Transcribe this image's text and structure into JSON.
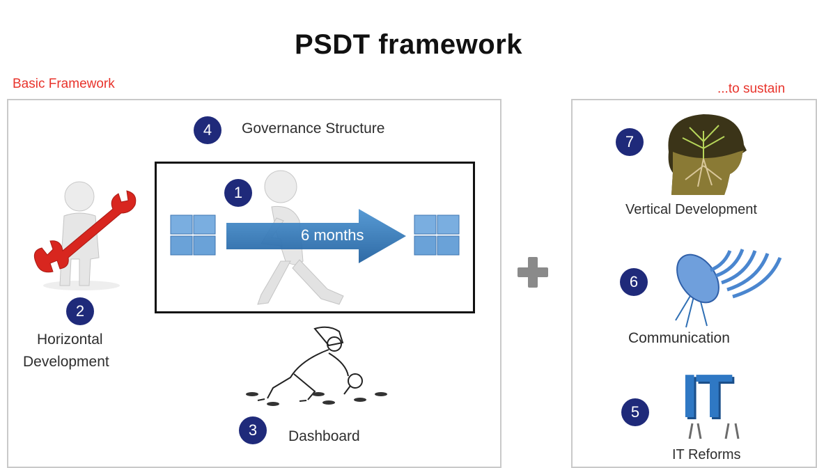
{
  "title": "PSDT framework",
  "left_caption": "Basic Framework",
  "right_caption": "...to sustain",
  "steps": {
    "s1": {
      "number": "1",
      "duration": "6 months"
    },
    "s2": {
      "number": "2",
      "label_line1": "Horizontal",
      "label_line2": "Development"
    },
    "s3": {
      "number": "3",
      "label": "Dashboard"
    },
    "s4": {
      "number": "4",
      "label": "Governance Structure"
    },
    "s5": {
      "number": "5",
      "label": "IT Reforms",
      "logo": "IT"
    },
    "s6": {
      "number": "6",
      "label": "Communication"
    },
    "s7": {
      "number": "7",
      "label": "Vertical Development"
    }
  },
  "icons": [
    "wrench-person-icon",
    "running-person-icon",
    "detective-icon",
    "brain-tree-head-icon",
    "satellite-dish-icon",
    "it-letters-icon",
    "plus-icon"
  ],
  "colors": {
    "badge": "#1f2a7a",
    "caption_red": "#e8332b",
    "arrow_blue": "#2f79b8",
    "wrench_red": "#d8261f"
  }
}
